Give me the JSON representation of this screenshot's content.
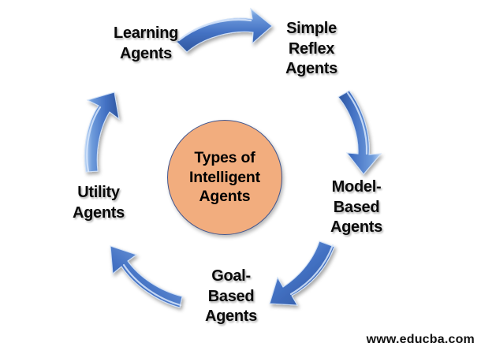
{
  "diagram": {
    "title_center": {
      "lines": [
        "Types of",
        "Intelligent",
        "Agents"
      ],
      "fill_color": "#f2ad7e",
      "border_color": "#41568f"
    },
    "nodes": [
      {
        "id": "learning-agents",
        "lines": [
          "Learning",
          "Agents"
        ],
        "position": "top-left"
      },
      {
        "id": "simple-reflex-agents",
        "lines": [
          "Simple",
          "Reflex",
          "Agents"
        ],
        "position": "top-right"
      },
      {
        "id": "model-based-agents",
        "lines": [
          "Model-",
          "Based",
          "Agents"
        ],
        "position": "right"
      },
      {
        "id": "goal-based-agents",
        "lines": [
          "Goal-",
          "Based",
          "Agents"
        ],
        "position": "bottom"
      },
      {
        "id": "utility-agents",
        "lines": [
          "Utility",
          "Agents"
        ],
        "position": "left"
      }
    ],
    "arrows": [
      {
        "id": "arrow-learning-to-simple-reflex",
        "direction": "right",
        "label": "curved arrow pointing right"
      },
      {
        "id": "arrow-simple-reflex-to-model",
        "direction": "down",
        "label": "curved arrow pointing down"
      },
      {
        "id": "arrow-model-to-goal",
        "direction": "down-left",
        "label": "curved arrow pointing down-left"
      },
      {
        "id": "arrow-goal-to-utility",
        "direction": "up-left",
        "label": "curved arrow pointing up-left"
      },
      {
        "id": "arrow-utility-to-learning",
        "direction": "up",
        "label": "curved arrow pointing up"
      }
    ],
    "arrow_colors": {
      "highlight": "#9cc0ec",
      "mid": "#4472c4",
      "shadow": "#2f57a0"
    },
    "watermark": "www.educba.com",
    "background_color": "#ffffff"
  }
}
